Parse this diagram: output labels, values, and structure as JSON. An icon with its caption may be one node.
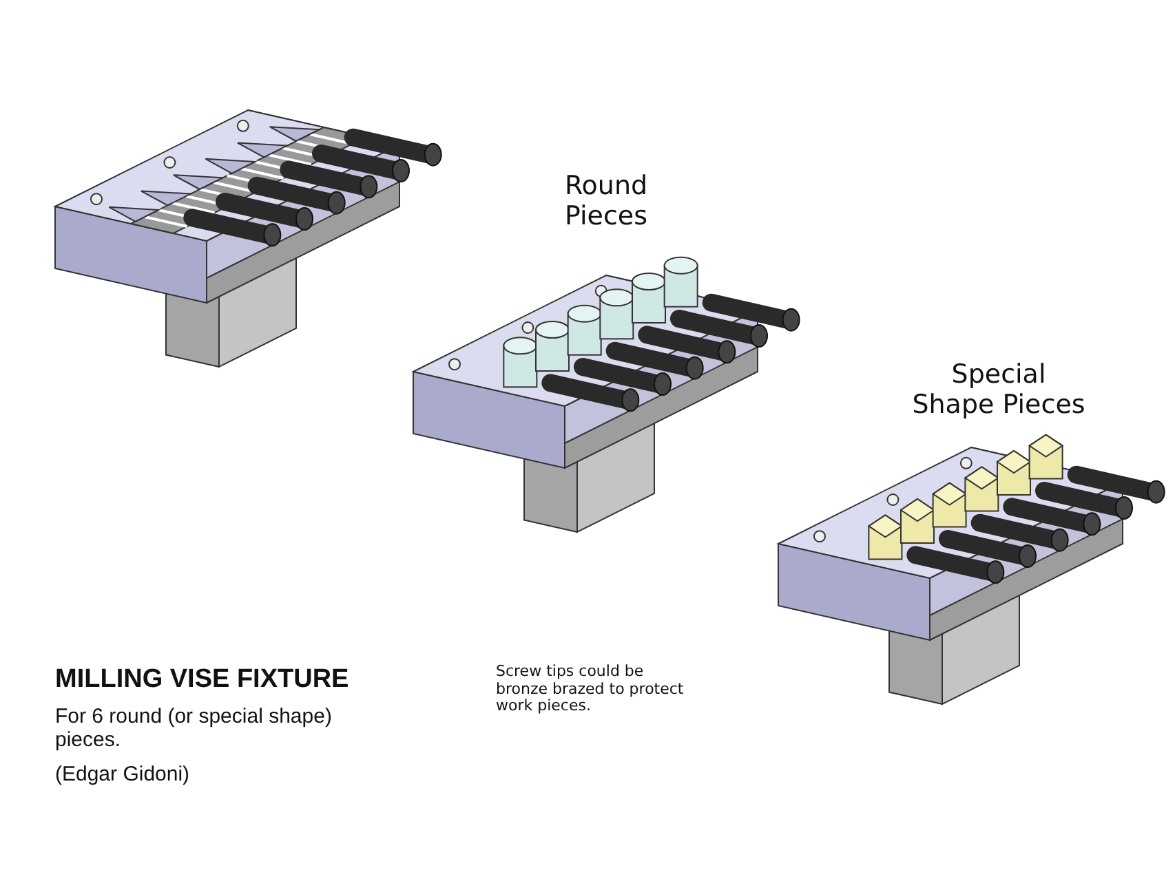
{
  "diagram": {
    "title": "MILLING VISE FIXTURE",
    "labels": [
      "Round Pieces",
      "Special Shape Pieces",
      "Screw tips could be bronze brazed to protect work pieces.",
      "For 6 round (or special shape) pieces.",
      "(Edgar Gidoni)"
    ]
  }
}
